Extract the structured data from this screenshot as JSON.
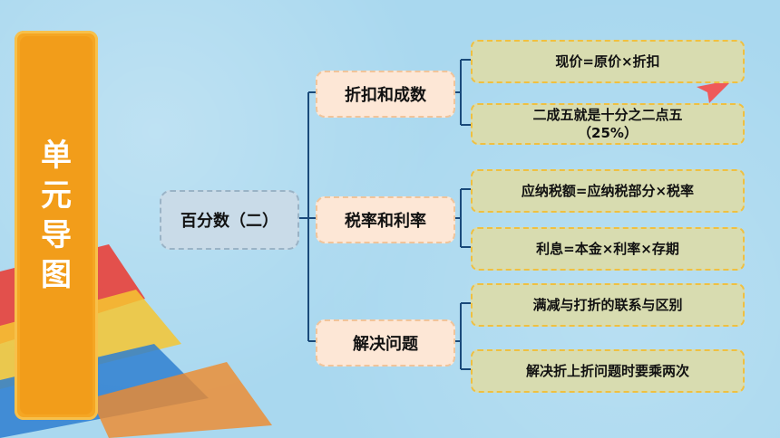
{
  "side_title": "单元导图",
  "root": "百分数（二）",
  "branches": [
    {
      "label": "折扣和成数",
      "leaves": [
        "现价=原价×折扣",
        "二成五就是十分之二点五（25%）"
      ]
    },
    {
      "label": "税率和利率",
      "leaves": [
        "应纳税额=应纳税部分×税率",
        "利息=本金×利率×存期"
      ]
    },
    {
      "label": "解决问题",
      "leaves": [
        "满减与打折的联系与区别",
        "解决折上折问题时要乘两次"
      ]
    }
  ],
  "colors": {
    "background": "#a9d8ef",
    "side_panel": "#f5a623",
    "branch_box": "#fde7d6",
    "leaf_box": "#d8dcb0",
    "line": "#1a4a7a"
  }
}
